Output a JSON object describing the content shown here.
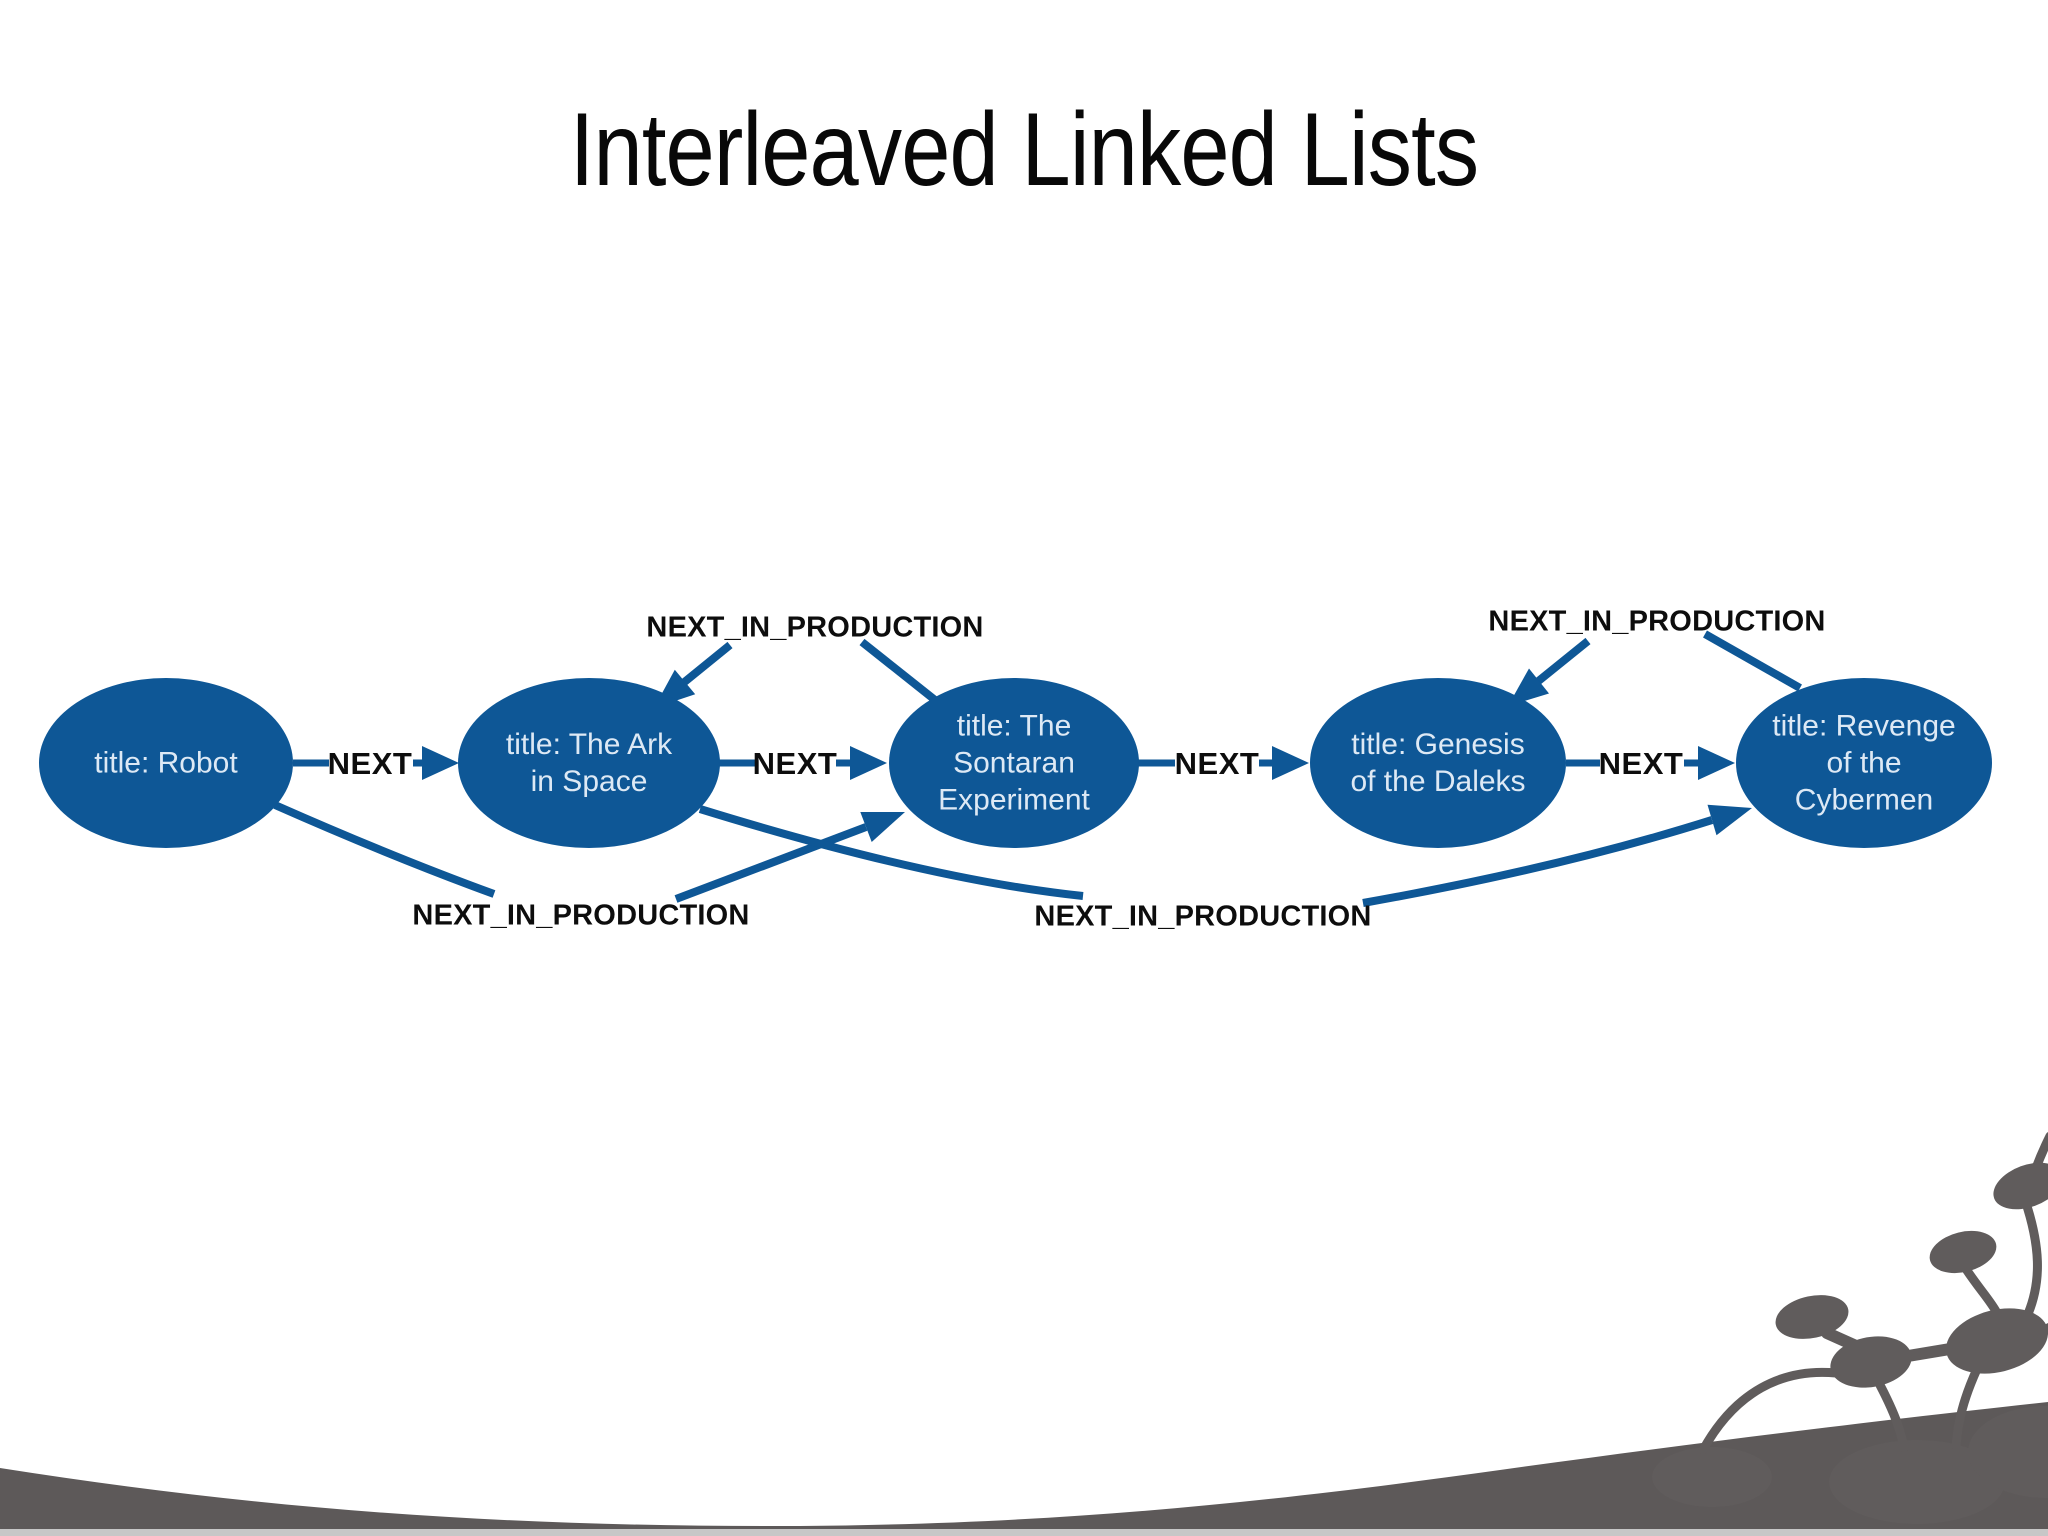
{
  "slide": {
    "title": "Interleaved Linked Lists"
  },
  "edge_labels": {
    "next": "NEXT",
    "production": "NEXT_IN_PRODUCTION"
  },
  "nodes": [
    {
      "title": "title: Robot",
      "lines": [
        "title: Robot"
      ]
    },
    {
      "title": "title: The Ark in Space",
      "lines": [
        "title: The Ark",
        "in Space"
      ]
    },
    {
      "title": "title: The Sontaran Experiment",
      "lines": [
        "title: The",
        "Sontaran",
        "Experiment"
      ]
    },
    {
      "title": "title: Genesis of the Daleks",
      "lines": [
        "title: Genesis",
        "of the Daleks"
      ]
    },
    {
      "title": "title: Revenge of the Cybermen",
      "lines": [
        "title: Revenge",
        "of the",
        "Cybermen"
      ]
    }
  ],
  "edges": [
    {
      "type": "NEXT",
      "from": "title: Robot",
      "to": "title: The Ark in Space"
    },
    {
      "type": "NEXT",
      "from": "title: The Ark in Space",
      "to": "title: The Sontaran Experiment"
    },
    {
      "type": "NEXT",
      "from": "title: The Sontaran Experiment",
      "to": "title: Genesis of the Daleks"
    },
    {
      "type": "NEXT",
      "from": "title: Genesis of the Daleks",
      "to": "title: Revenge of the Cybermen"
    },
    {
      "type": "NEXT_IN_PRODUCTION",
      "from": "title: Robot",
      "to": "title: The Sontaran Experiment"
    },
    {
      "type": "NEXT_IN_PRODUCTION",
      "from": "title: The Sontaran Experiment",
      "to": "title: The Ark in Space"
    },
    {
      "type": "NEXT_IN_PRODUCTION",
      "from": "title: The Ark in Space",
      "to": "title: Revenge of the Cybermen"
    },
    {
      "type": "NEXT_IN_PRODUCTION",
      "from": "title: Revenge of the Cybermen",
      "to": "title: Genesis of the Daleks"
    }
  ],
  "colors": {
    "node_fill": "#0e5796",
    "edge": "#0e5796",
    "node_text": "#dde9f5",
    "label_text": "#0d0d0d",
    "title_text": "#080808",
    "footer": "#5d5959",
    "decoration": "#605c5c",
    "bottom_strip": "#c7c7c7",
    "background": "#ffffff"
  }
}
